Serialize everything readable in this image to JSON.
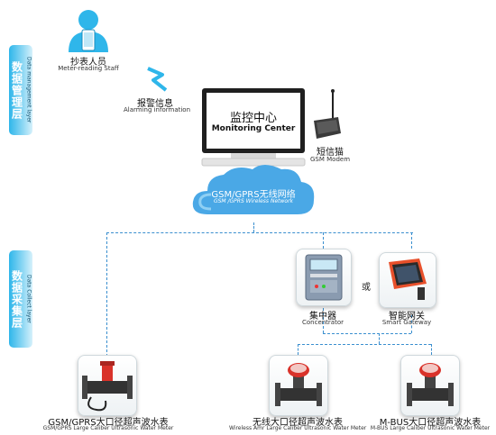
{
  "layers": {
    "top": {
      "zh": "数据管理层",
      "en": "Data management layer"
    },
    "bottom": {
      "zh": "数据采集层",
      "en": "Data Collect layer"
    }
  },
  "staff": {
    "zh": "抄表人员",
    "en": "Meter-reading Staff"
  },
  "alarm": {
    "zh": "报警信息",
    "en": "Alarming information"
  },
  "monitor": {
    "zh": "监控中心",
    "en": "Monitoring Center"
  },
  "modem": {
    "zh": "短信猫",
    "en": "GSM Modem"
  },
  "network": {
    "title": "GSM/GPRS无线网络",
    "subtitle": "GSM /GPRS Wireless Network"
  },
  "concentrator": {
    "zh": "集中器",
    "en": "Concentrator"
  },
  "or_label": "或",
  "gateway": {
    "zh": "智能网关",
    "en": "Smart Gateway"
  },
  "meters": [
    {
      "zh": "GSM/GPRS大口径超声波水表",
      "en": "GSM/GPRS Large Caliber Ultrasonic Water Meter"
    },
    {
      "zh": "无线大口径超声波水表",
      "en": "Wireless Amr Large Caliber Ultrasonic Water Meter"
    },
    {
      "zh": "M-BUS大口径超声波水表",
      "en": "M-BUS Large Caliber Ultrasonic Water Meter"
    }
  ],
  "colors": {
    "layer_bar": "#2fb6ea",
    "cloud": "#4aa8e6",
    "connector": "#3a8fcf",
    "meter_accent": "#d9322a",
    "gateway_accent": "#e8502b"
  }
}
